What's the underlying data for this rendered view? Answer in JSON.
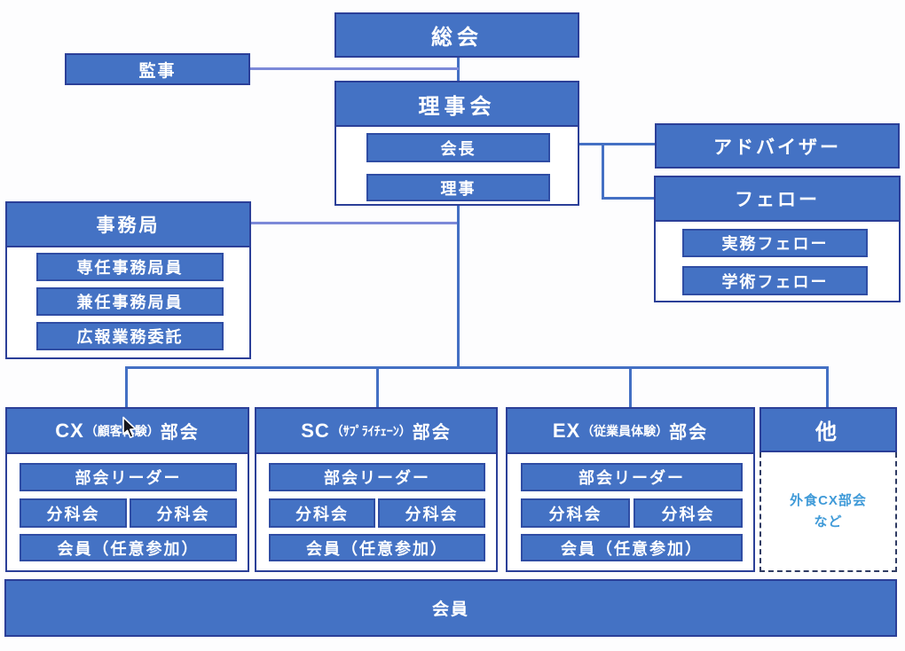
{
  "colors": {
    "box_fill": "#4472c4",
    "box_border": "#2b3f98",
    "connector": "#4470c4",
    "connector_light": "#7c89d8",
    "note_text": "#3f9ad8",
    "dashed_border": "#2f3b63",
    "text": "#ffffff",
    "background": "#fdfdfe"
  },
  "nodes": {
    "soukai": {
      "label": "総会"
    },
    "kanji": {
      "label": "監事"
    },
    "rijikai": {
      "title": "理事会",
      "items": [
        {
          "label": "会長"
        },
        {
          "label": "理事"
        }
      ]
    },
    "advisor": {
      "label": "アドバイザー"
    },
    "fellow": {
      "title": "フェロー",
      "items": [
        {
          "label": "実務フェロー"
        },
        {
          "label": "学術フェロー"
        }
      ]
    },
    "secretariat": {
      "title": "事務局",
      "items": [
        {
          "label": "専任事務局員"
        },
        {
          "label": "兼任事務局員"
        },
        {
          "label": "広報業務委託"
        }
      ]
    },
    "subcommittees": [
      {
        "prefix": "CX",
        "paren": "（顧客体験）",
        "suffix": "部会",
        "leader": "部会リーダー",
        "subgroup_left": "分科会",
        "subgroup_right": "分科会",
        "members": "会員（任意参加）"
      },
      {
        "prefix": "SC",
        "paren": "（ｻﾌﾟﾗｲﾁｪｰﾝ）",
        "suffix": "部会",
        "leader": "部会リーダー",
        "subgroup_left": "分科会",
        "subgroup_right": "分科会",
        "members": "会員（任意参加）"
      },
      {
        "prefix": "EX",
        "paren": "（従業員体験）",
        "suffix": "部会",
        "leader": "部会リーダー",
        "subgroup_left": "分科会",
        "subgroup_right": "分科会",
        "members": "会員（任意参加）"
      }
    ],
    "other": {
      "title": "他",
      "note_line1": "外食CX部会",
      "note_line2": "など"
    },
    "members_bar": {
      "label": "会員"
    }
  }
}
